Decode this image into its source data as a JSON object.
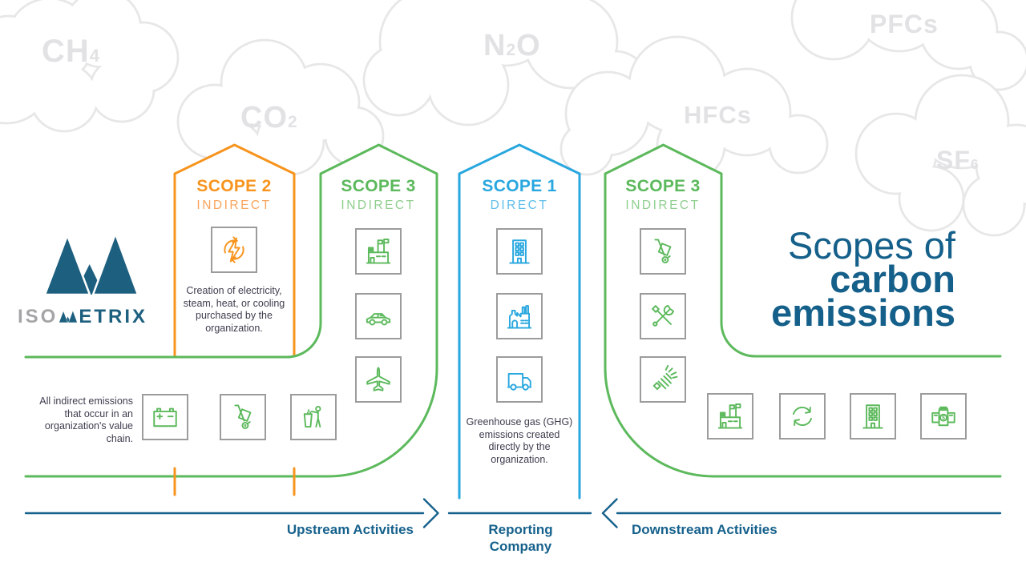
{
  "colors": {
    "orange": "#F7941E",
    "orange_light": "#F9A45C",
    "green": "#5CB95C",
    "green_light": "#8FCE8F",
    "blue": "#29A7DF",
    "blue_light": "#5FBEE9",
    "teal": "#16618C",
    "title_blue": "#15608A",
    "dark": "#3E3D4F",
    "box_border": "#9C9C9C",
    "cloud_line": "#E7E7E7",
    "cloud_text": "#E2E2E4",
    "logo_gray": "#A5A5A8",
    "logo_blue": "#1D5F7F"
  },
  "clouds": [
    {
      "pre": "CH",
      "sub": "4",
      "post": ""
    },
    {
      "pre": "CO",
      "sub": "2",
      "post": ""
    },
    {
      "pre": "N",
      "sub": "2",
      "post": "O"
    },
    {
      "pre": "HFCs",
      "sub": "",
      "post": ""
    },
    {
      "pre": "PFCs",
      "sub": "",
      "post": ""
    },
    {
      "pre": "SF",
      "sub": "6",
      "post": ""
    }
  ],
  "logo": {
    "prefix": "ISO",
    "suffix": "ETRIX"
  },
  "title": {
    "line1": "Scopes of",
    "line2": "carbon",
    "line3": "emissions"
  },
  "columns": [
    {
      "title": "SCOPE 2",
      "subtitle": "INDIRECT",
      "description": "Creation of electricity,\nsteam, heat, or cooling\npurchased by the\norganization.",
      "icons": [
        "electricity"
      ]
    },
    {
      "title": "SCOPE 3",
      "subtitle": "INDIRECT",
      "icons": [
        "factory-flags",
        "car",
        "airplane"
      ]
    },
    {
      "title": "SCOPE 1",
      "subtitle": "DIRECT",
      "description": "Greenhouse gas (GHG)\nemissions created\ndirectly by the\norganization.",
      "icons": [
        "office-building",
        "factory",
        "truck"
      ]
    },
    {
      "title": "SCOPE 3",
      "subtitle": "INDIRECT",
      "icons": [
        "hand-truck",
        "tools",
        "cfl-bulb"
      ]
    }
  ],
  "upstream_strip": {
    "text": "All indirect emissions\nthat occur in an\norganization's value\nchain.",
    "icons": [
      "battery",
      "hand-truck",
      "litter"
    ]
  },
  "downstream_strip": {
    "icons": [
      "factory-flags",
      "recycle",
      "office-building",
      "money"
    ]
  },
  "footer": {
    "upstream": "Upstream Activities",
    "reporting": "Reporting\nCompany",
    "downstream": "Downstream Activities"
  }
}
